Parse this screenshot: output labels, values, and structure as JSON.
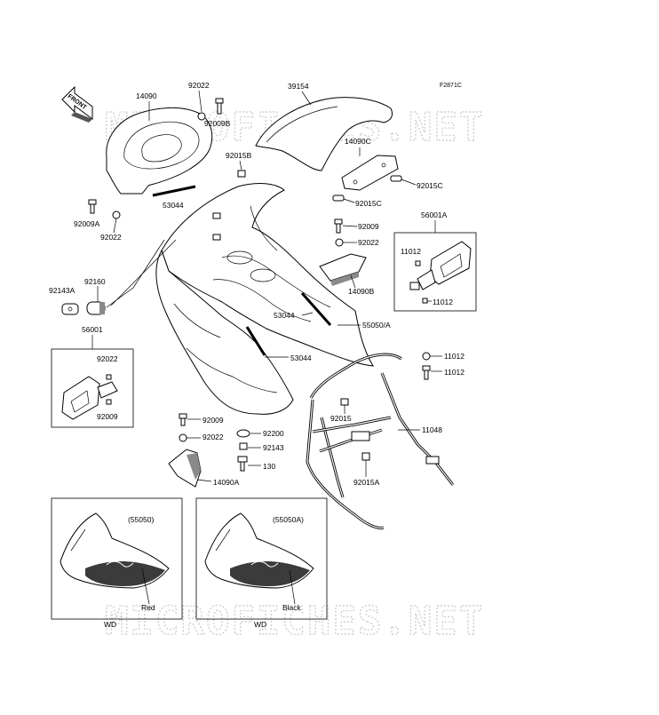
{
  "diagram_code": "F2871C",
  "front_arrow_label": "FRONT",
  "watermark": "MICROFICHES.NET",
  "parts": [
    {
      "id": "p14090",
      "label": "14090"
    },
    {
      "id": "p92022a",
      "label": "92022"
    },
    {
      "id": "p92009b",
      "label": "92009B"
    },
    {
      "id": "p39154",
      "label": "39154"
    },
    {
      "id": "p92015b",
      "label": "92015B"
    },
    {
      "id": "p14090c",
      "label": "14090C"
    },
    {
      "id": "p92015c1",
      "label": "92015C"
    },
    {
      "id": "p92015c2",
      "label": "92015C"
    },
    {
      "id": "p53044a",
      "label": "53044"
    },
    {
      "id": "p92009a",
      "label": "92009A"
    },
    {
      "id": "p92022b",
      "label": "92022"
    },
    {
      "id": "p92009c",
      "label": "92009"
    },
    {
      "id": "p92022c",
      "label": "92022"
    },
    {
      "id": "p56001a",
      "label": "56001A"
    },
    {
      "id": "p11012a",
      "label": "11012"
    },
    {
      "id": "p11012b",
      "label": "11012"
    },
    {
      "id": "p14090b",
      "label": "14090B"
    },
    {
      "id": "p92143a",
      "label": "92143A"
    },
    {
      "id": "p92160",
      "label": "92160"
    },
    {
      "id": "p53044b",
      "label": "53044"
    },
    {
      "id": "p55050a",
      "label": "55050/A"
    },
    {
      "id": "p56001",
      "label": "56001"
    },
    {
      "id": "p53044c",
      "label": "53044"
    },
    {
      "id": "p92022d",
      "label": "92022"
    },
    {
      "id": "p92009d",
      "label": "92009"
    },
    {
      "id": "p11012c",
      "label": "11012"
    },
    {
      "id": "p11012d",
      "label": "11012"
    },
    {
      "id": "p92015",
      "label": "92015"
    },
    {
      "id": "p11048",
      "label": "11048"
    },
    {
      "id": "p92009e",
      "label": "92009"
    },
    {
      "id": "p92022e",
      "label": "92022"
    },
    {
      "id": "p92200",
      "label": "92200"
    },
    {
      "id": "p92143",
      "label": "92143"
    },
    {
      "id": "p130",
      "label": "130"
    },
    {
      "id": "p14090a",
      "label": "14090A"
    },
    {
      "id": "p92015a",
      "label": "92015A"
    }
  ],
  "variants": [
    {
      "code": "(55050)",
      "color": "Red",
      "wd": "WD"
    },
    {
      "code": "(55050A)",
      "color": "Black",
      "wd": "WD"
    }
  ]
}
